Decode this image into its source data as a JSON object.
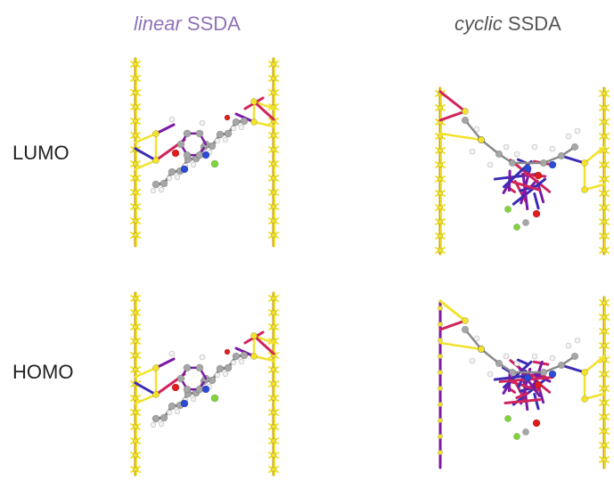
{
  "columns": {
    "linear": {
      "italic": "linear",
      "rest": " SSDA",
      "color": "#8f73b8"
    },
    "cyclic": {
      "italic": "cyclic",
      "rest": " SSDA",
      "color": "#555555"
    }
  },
  "rows": {
    "lumo": "LUMO",
    "homo": "HOMO"
  },
  "colors": {
    "framework": "#f2e22a",
    "framework_dark": "#c9a21a",
    "orbital_a": "#7a1aa6",
    "orbital_b": "#d0245c",
    "orbital_c": "#3b2bb5",
    "carbon": "#a6a6a6",
    "hydrogen": "#f2f2f2",
    "oxygen": "#e01c1c",
    "nitrogen": "#2b4ad6",
    "fluorine": "#7fd43b"
  }
}
